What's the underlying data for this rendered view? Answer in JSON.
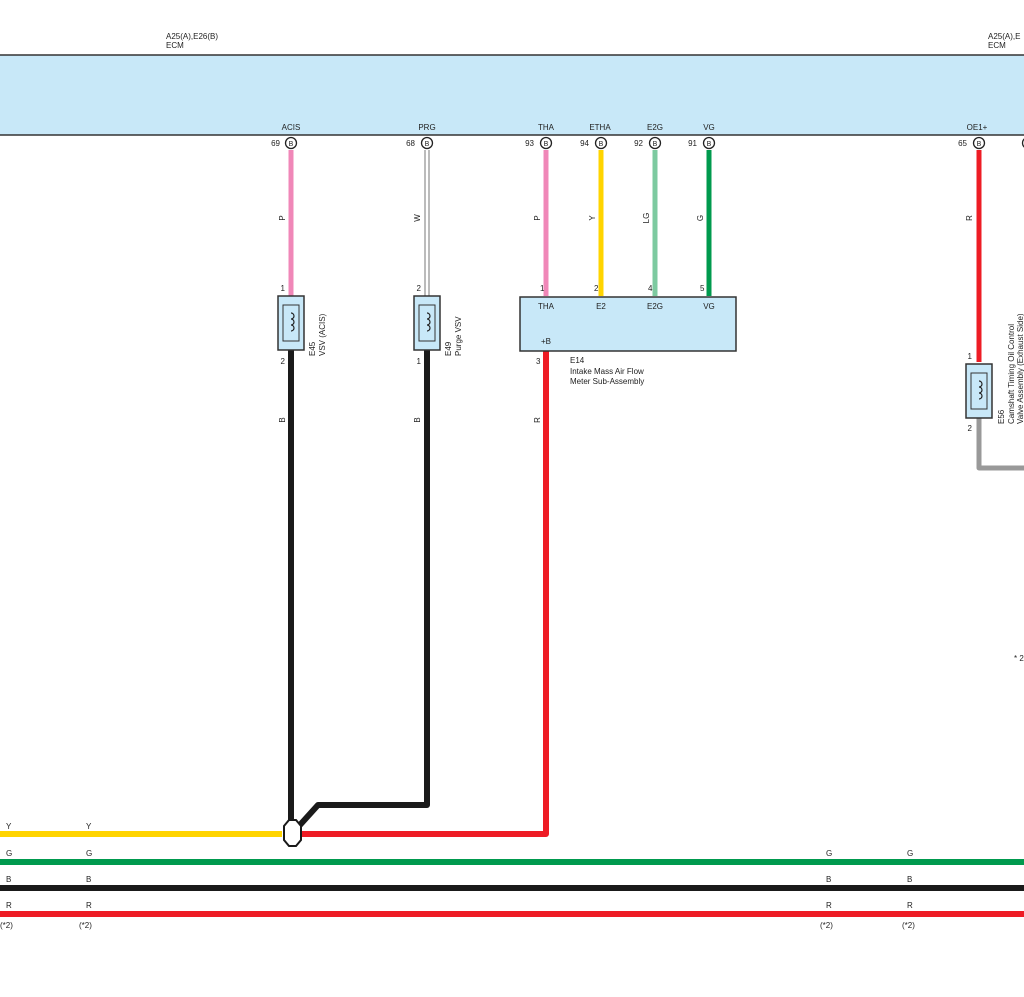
{
  "colors": {
    "ecm_fill": "#c8e8f8",
    "pink": "#f087b8",
    "white_wire": "#cccccc",
    "yellow": "#ffd400",
    "light_green": "#7dcaa0",
    "green": "#009a4e",
    "black": "#1a1a1a",
    "red": "#ee1c25",
    "gray": "#999999"
  },
  "ecm": {
    "left": {
      "connectors": "A25(A),E26(B)",
      "name": "ECM"
    },
    "right": {
      "connectors": "A25(A),E",
      "name": "ECM"
    }
  },
  "ecm_pins": [
    {
      "id": "acis",
      "label": "ACIS",
      "num": "69",
      "conn": "B",
      "wire": "P",
      "color": "pink"
    },
    {
      "id": "prg",
      "label": "PRG",
      "num": "68",
      "conn": "B",
      "wire": "W",
      "color": "white_wire"
    },
    {
      "id": "tha",
      "label": "THA",
      "num": "93",
      "conn": "B",
      "wire": "P",
      "color": "pink"
    },
    {
      "id": "etha",
      "label": "ETHA",
      "num": "94",
      "conn": "B",
      "wire": "Y",
      "color": "yellow"
    },
    {
      "id": "e2g",
      "label": "E2G",
      "num": "92",
      "conn": "B",
      "wire": "LG",
      "color": "light_green"
    },
    {
      "id": "vg",
      "label": "VG",
      "num": "91",
      "conn": "B",
      "wire": "G",
      "color": "green"
    },
    {
      "id": "oe1",
      "label": "OE1+",
      "num": "65",
      "conn": "B",
      "wire": "R",
      "color": "red"
    }
  ],
  "components": {
    "e45": {
      "code": "E45",
      "name": "VSV (ACIS)",
      "pin_top": "1",
      "pin_bottom": "2",
      "wire_bottom": "B"
    },
    "e49": {
      "code": "E49",
      "name": "Purge VSV",
      "pin_top": "2",
      "pin_bottom": "1",
      "wire_bottom": "B"
    },
    "e14": {
      "code": "E14",
      "name_line1": "Intake Mass Air Flow",
      "name_line2": "Meter Sub-Assembly",
      "pins_top": [
        {
          "num": "1",
          "label": "THA"
        },
        {
          "num": "2",
          "label": "E2"
        },
        {
          "num": "4",
          "label": "E2G"
        },
        {
          "num": "5",
          "label": "VG"
        }
      ],
      "pin_b_label": "+B",
      "pin_b_num": "3",
      "wire_b": "R"
    },
    "e56": {
      "code": "E56",
      "name_line1": "Camshaft Timing Oil Control",
      "name_line2": "Valve Assembly (Exhaust Side)",
      "pin_top": "1",
      "pin_bottom": "2"
    }
  },
  "bus": {
    "labels": {
      "yellow": "Y",
      "green": "G",
      "black": "B",
      "red": "R"
    },
    "note": "(*2)",
    "side_note": "* 2"
  }
}
